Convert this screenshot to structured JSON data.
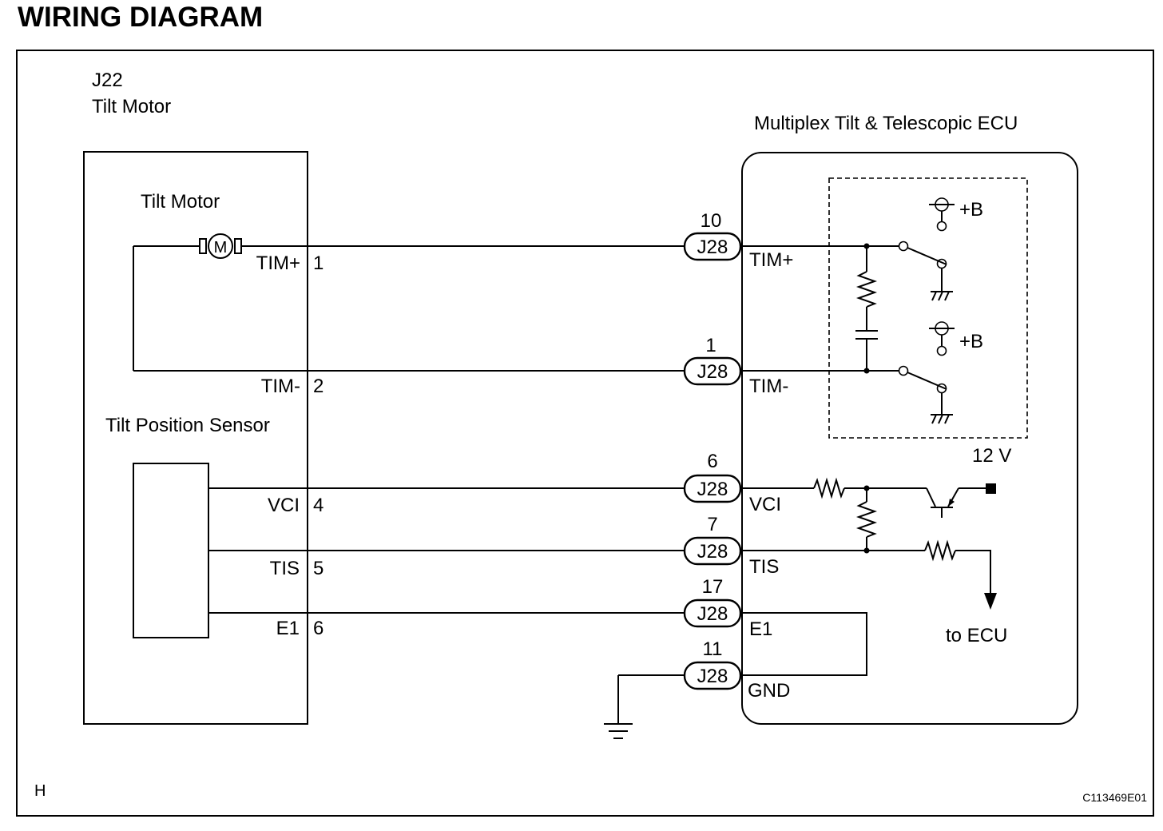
{
  "title": "WIRING DIAGRAM",
  "left_component": {
    "code": "J22",
    "name": "Tilt Motor",
    "motor_label": "Tilt Motor",
    "motor_symbol": "M",
    "sensor_label": "Tilt Position Sensor"
  },
  "ecu": {
    "name": "Multiplex Tilt & Telescopic ECU",
    "supply": "+B",
    "voltage": "12 V",
    "to_ecu": "to ECU"
  },
  "connector_name": "J28",
  "wires": [
    {
      "signal": "TIM+",
      "j22_pin": "1",
      "j28_pin": "10",
      "ecu_label": "TIM+"
    },
    {
      "signal": "TIM-",
      "j22_pin": "2",
      "j28_pin": "1",
      "ecu_label": "TIM-"
    },
    {
      "signal": "VCI",
      "j22_pin": "4",
      "j28_pin": "6",
      "ecu_label": "VCI"
    },
    {
      "signal": "TIS",
      "j22_pin": "5",
      "j28_pin": "7",
      "ecu_label": "TIS"
    },
    {
      "signal": "E1",
      "j22_pin": "6",
      "j28_pin": "17",
      "ecu_label": "E1"
    },
    {
      "signal": "",
      "j22_pin": "",
      "j28_pin": "11",
      "ecu_label": "GND"
    }
  ],
  "footer": {
    "corner_letter": "H",
    "figure_code": "C113469E01"
  }
}
